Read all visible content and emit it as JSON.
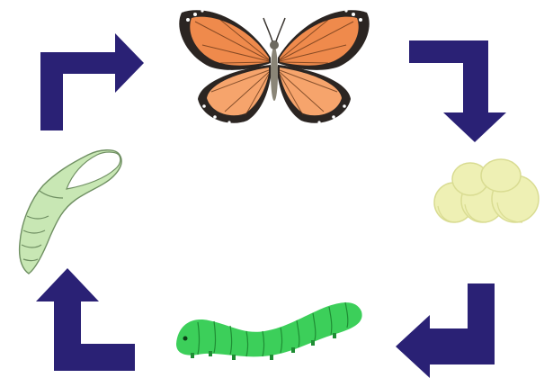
{
  "diagram": {
    "topic": "butterfly-life-cycle",
    "stages": [
      {
        "id": "adult",
        "icon": "butterfly-icon"
      },
      {
        "id": "egg",
        "icon": "eggs-icon"
      },
      {
        "id": "larva",
        "icon": "caterpillar-icon"
      },
      {
        "id": "pupa",
        "icon": "chrysalis-icon"
      }
    ],
    "flow_direction": "clockwise",
    "arrow_count": 4
  },
  "colors": {
    "arrow": "#2a2175",
    "wing": "#ef8a4c",
    "wing_light": "#f6a46c",
    "wing_border": "#2b2522",
    "egg": "#eef0b4",
    "egg_shade": "#d9dc92",
    "caterpillar": "#3ccf5a",
    "caterpillar_dark": "#1f8d34",
    "chrysalis": "#c8e7b4",
    "chrysalis_dark": "#6f8f62",
    "background": "#ffffff"
  }
}
